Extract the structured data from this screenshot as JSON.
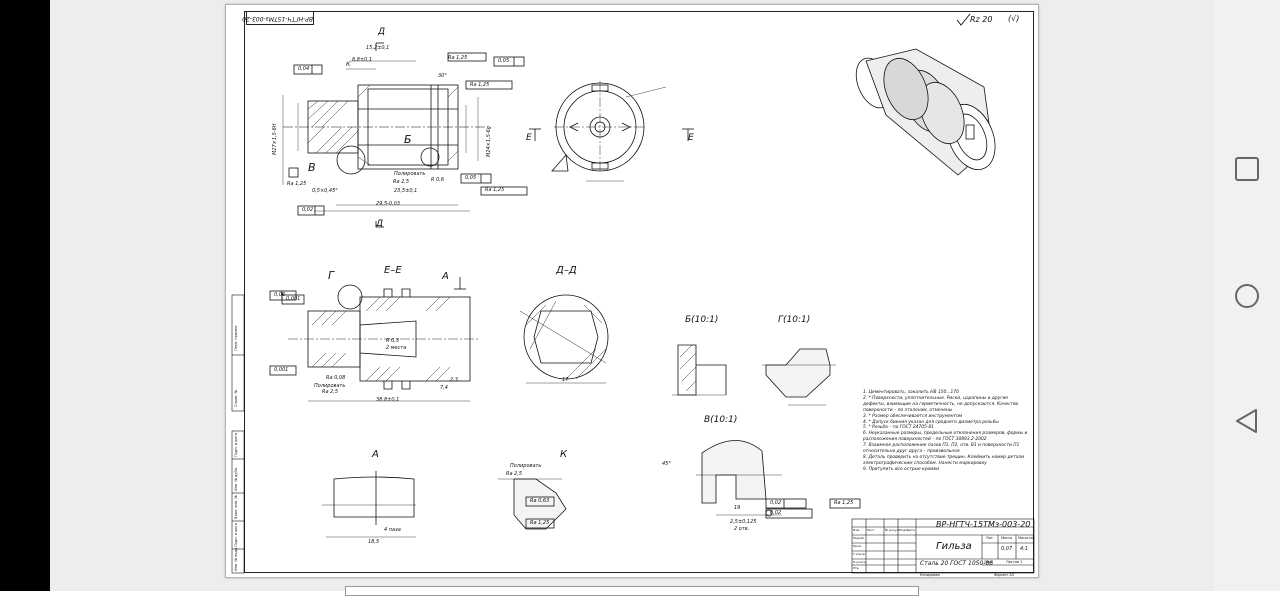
{
  "drawing": {
    "designation_rotated": "ВР-НГТЧ-15ТМз-003-20",
    "roughness_general": "Rz 20",
    "views": {
      "section_E": "Е–Е",
      "section_D": "Д–Д",
      "detail_B": "Б(10:1)",
      "detail_G": "Г(10:1)",
      "detail_V": "В(10:1)",
      "view_A": "А",
      "view_K": "К"
    },
    "callouts": {
      "D": "Д",
      "B": "Б",
      "V": "В",
      "G": "Г",
      "A": "А",
      "E": "Е",
      "K": "К"
    },
    "dims": {
      "d1": "15,2±0,1",
      "d2": "8,8±0,1",
      "d3": "23,5±0,1",
      "d4": "29,5-0,03",
      "d5": "38,8±0,1",
      "d6": "0,5×0,45°",
      "d7": "Ra 2,5",
      "d8": "Ra 1,25",
      "d9": "Ra 6,3",
      "d10": "Ra 0,63",
      "d11": "Ra 0,08",
      "d12": "Ra 1,25",
      "d13": "Полировать",
      "d14": "Полировать",
      "d15": "Полировать",
      "d16": "M27×1,5-6H",
      "d17": "M24×1,5-6g",
      "d18": "R 0,6",
      "d19": "R 0,3",
      "d20": "2 места",
      "d21": "7,4",
      "d22": "2,3",
      "d23": "17",
      "d24": "19",
      "d25": "18,5",
      "d26": "4 паза",
      "d27": "2,5±0,125",
      "d28": "2 отв.",
      "d29": "45°",
      "d30": "30°"
    },
    "tolerance_frames": [
      "0,04",
      "0,02",
      "0,05",
      "0,05",
      "0,06",
      "0,001",
      "0,02",
      "0,001",
      "0,02"
    ]
  },
  "notes": [
    "1. Цементировать, закалить НВ 150...170",
    "2. * Поверхности, уплотнительные. Риски, царапины и другие дефекты, влияющие на герметичность, не допускаются. Качество поверхности – по эталонам, отмечены",
    "3. * Размер обеспечивается инструментом",
    "4. * Допуск биения указан для среднего диаметра резьбы",
    "5. * Резьба – по ГОСТ 24705-81",
    "6. Неуказанные размеры, предельные отклонения размеров, формы и расположения поверхностей – по ГОСТ 30893.2-2002",
    "7. Взаимное расположение пазов П1, П2, отв. В1 и поверхности П1 относительно друг друга – произвольное",
    "8. Деталь проверить на отсутствие трещин. Клеймить номер детали электрографическим способом. Нанести маркировку",
    "9. Притупить все острые кромки"
  ],
  "title_block": {
    "designation": "ВР-НГТЧ-15ТМз-003-20",
    "name": "Гильза",
    "material": "Сталь 20 ГОСТ 1050-88",
    "lit_label": "Лит.",
    "mass_label": "Масса",
    "scale_label": "Масштаб",
    "mass": "0,07",
    "scale": "4:1",
    "sheet_label": "Лист",
    "sheets_label": "Листов 1",
    "copied": "Копировал",
    "format": "Формат А3",
    "roles": [
      "Изм.",
      "Лист",
      "№ докум.",
      "Подп.",
      "Дата",
      "Разраб.",
      "Пров.",
      "Т.контр.",
      "Н.контр.",
      "Утв."
    ]
  },
  "left_margin": {
    "cells": [
      "Перв. примен.",
      "Справ. №",
      "Подп. и дата",
      "Инв. № дубл.",
      "Взам. инв. №",
      "Подп. и дата",
      "Инв. № подл."
    ]
  }
}
